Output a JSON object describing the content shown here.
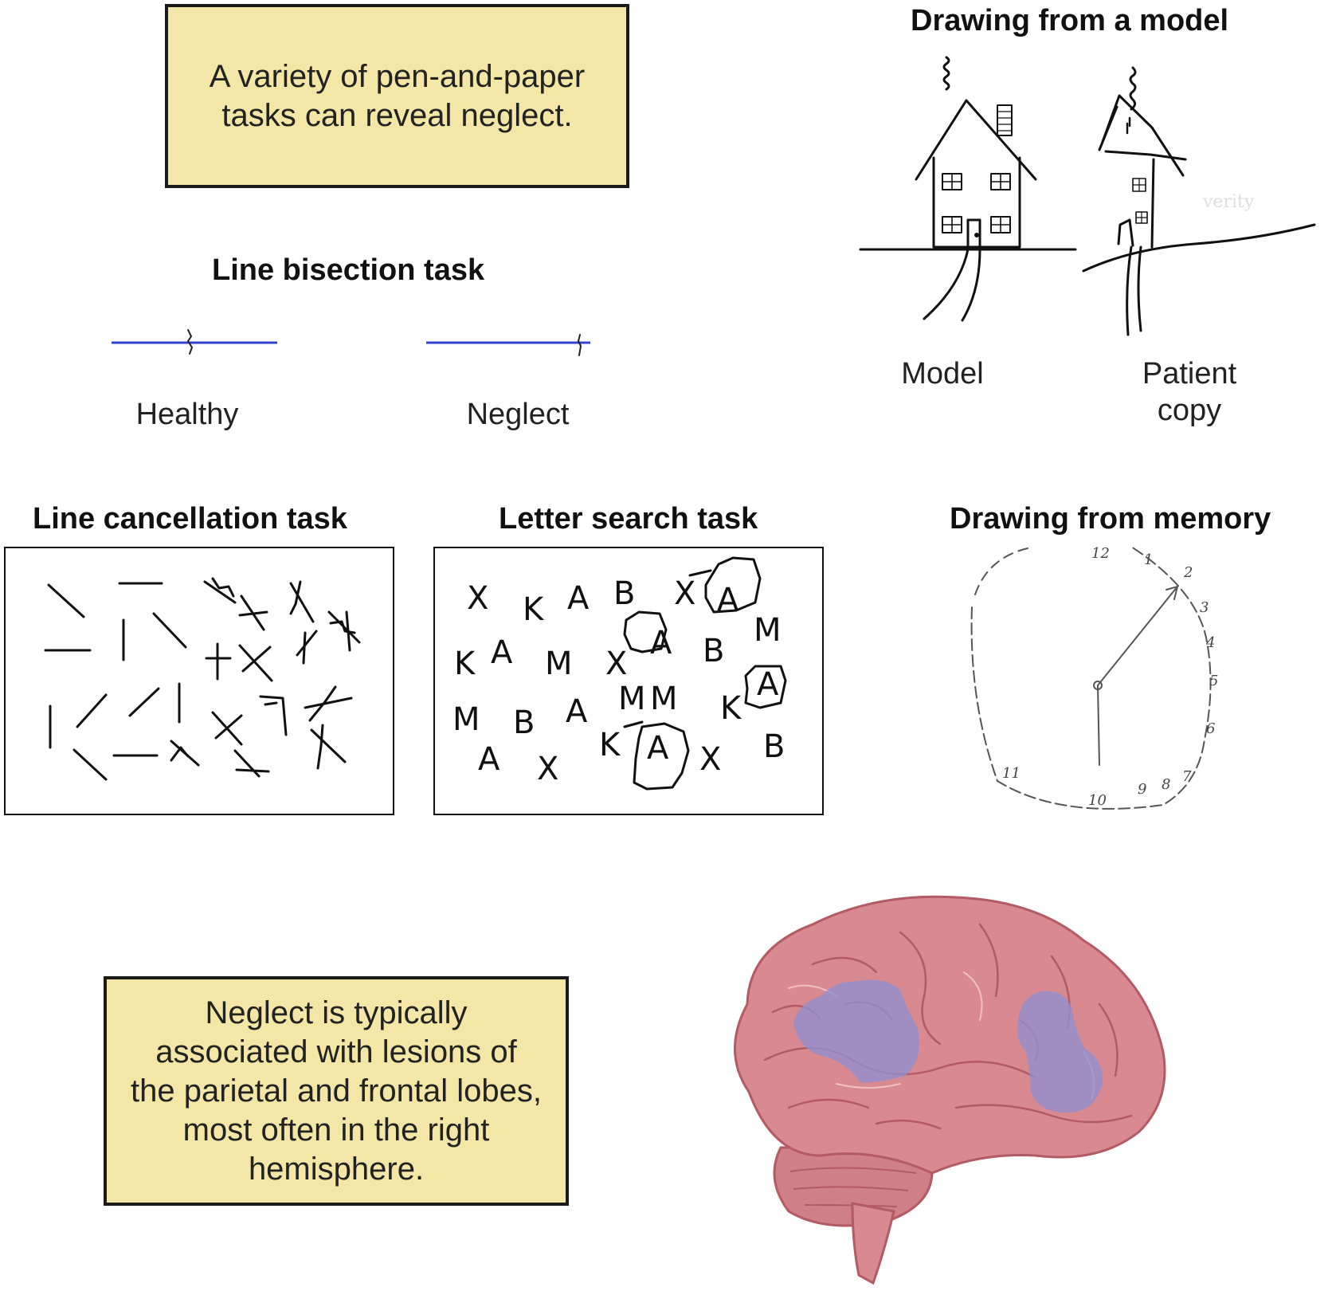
{
  "notes": {
    "top": "A variety of pen-and-paper tasks can reveal neglect.",
    "bottom": "Neglect is typically associated with lesions of the parietal and frontal lobes, most often in the right hemisphere."
  },
  "line_bisection": {
    "title": "Line bisection task",
    "healthy_label": "Healthy",
    "neglect_label": "Neglect",
    "line_color": "#3344cc"
  },
  "drawing_model": {
    "title": "Drawing from a model",
    "model_label": "Model",
    "patient_label": "Patient copy"
  },
  "line_cancellation": {
    "title": "Line cancellation task"
  },
  "letter_search": {
    "title": "Letter search task",
    "letters": [
      "X",
      "K",
      "A",
      "B",
      "X",
      "A",
      "M",
      "K",
      "A",
      "M",
      "X",
      "A",
      "B",
      "M",
      "M",
      "B",
      "A",
      "M",
      "K",
      "A",
      "A",
      "X",
      "K",
      "A",
      "X",
      "B"
    ]
  },
  "drawing_memory": {
    "title": "Drawing from memory",
    "numbers": [
      "12",
      "1",
      "2",
      "3",
      "4",
      "5",
      "6",
      "7",
      "8",
      "9",
      "10",
      "11"
    ]
  },
  "brain": {
    "tissue_color": "#d98a90",
    "lesion_color": "#8f8fd0"
  }
}
